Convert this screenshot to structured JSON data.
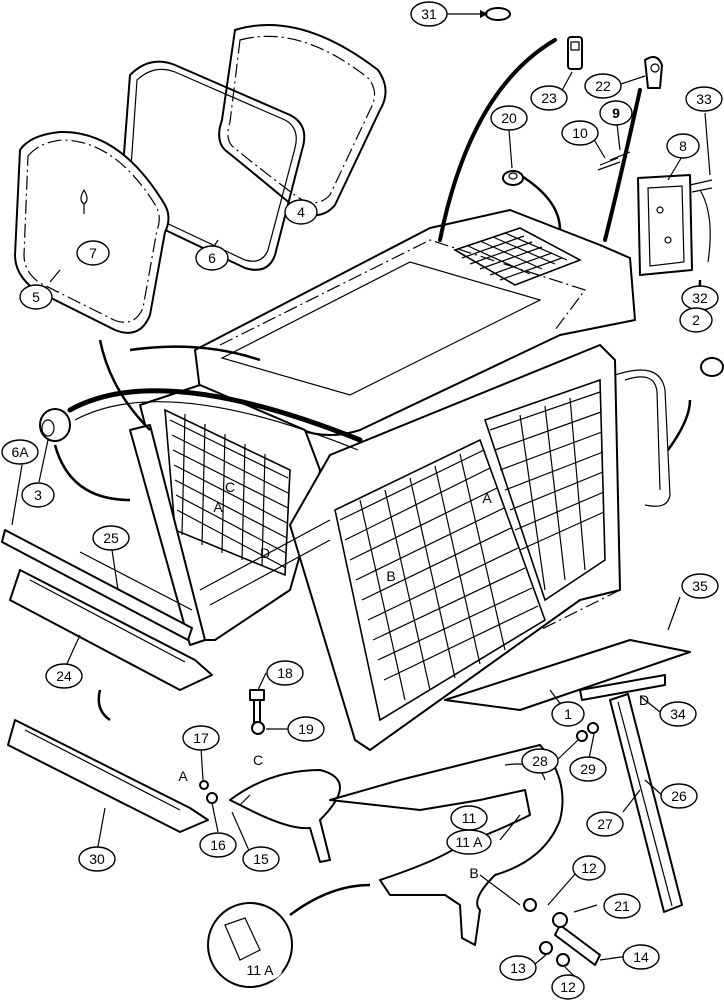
{
  "callouts": {
    "c31": "31",
    "c23": "23",
    "c22": "22",
    "c33": "33",
    "c10": "10",
    "c9": "9",
    "c8": "8",
    "c20": "20",
    "c4": "4",
    "c6": "6",
    "c7": "7",
    "c5": "5",
    "c32": "32",
    "c2": "2",
    "c6a": "6A",
    "c3": "3",
    "c25": "25",
    "c24": "24",
    "c35": "35",
    "c18": "18",
    "c19": "19",
    "c1": "1",
    "c34": "34",
    "c17": "17",
    "c28": "28",
    "c29": "29",
    "c27": "27",
    "c26": "26",
    "c16": "16",
    "c15": "15",
    "c30": "30",
    "c11": "11",
    "c11a": "11 A",
    "c12a": "12",
    "c12b": "12",
    "c21": "21",
    "c13": "13",
    "c14": "14",
    "c11a_detail": "11 A"
  },
  "letters": {
    "a1": "A",
    "c1": "C",
    "d1": "D",
    "a2": "A",
    "b1": "B",
    "c2": "C",
    "d2": "D",
    "a3": "A",
    "b2": "B"
  },
  "colors": {
    "ink": "#000000",
    "paper": "#ffffff"
  }
}
